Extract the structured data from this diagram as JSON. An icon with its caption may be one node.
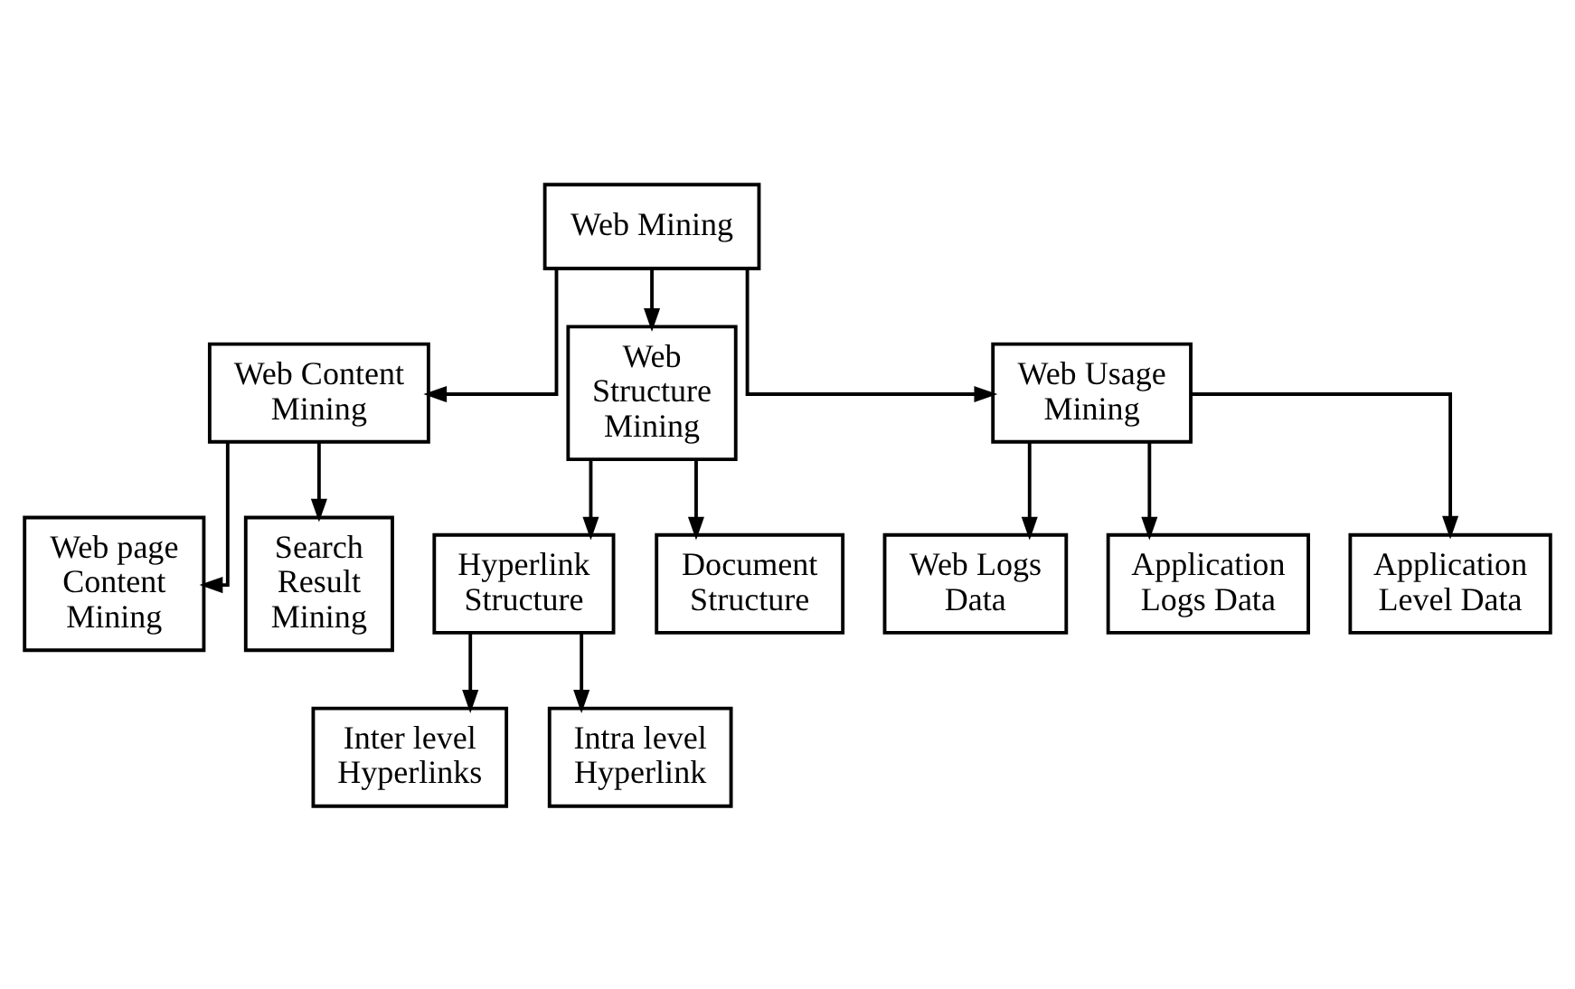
{
  "diagram": {
    "nodes": [
      {
        "text": [
          "Web Mining"
        ]
      },
      {
        "text": [
          "Web Content Mining"
        ]
      },
      {
        "text": [
          "Web Structure Mining"
        ]
      },
      {
        "text": [
          "Web Usage Mining"
        ]
      },
      {
        "text": [
          "Web page Content Mining"
        ]
      },
      {
        "text": [
          "Search Result Mining"
        ]
      },
      {
        "text": [
          "Web Logs Data"
        ]
      },
      {
        "text": [
          "Application Logs Data"
        ]
      },
      {
        "text": [
          "Application Level Data"
        ]
      },
      {
        "text": [
          "Hyperlink Structure"
        ]
      },
      {
        "text": [
          "Document Structure"
        ]
      },
      {
        "text": [
          "Inter level Hyperlinks"
        ]
      },
      {
        "text": [
          "Intra level Hyperlink"
        ]
      }
    ],
    "edges": [
      {
        "from": 0,
        "to": 1,
        "arrow": "to"
      },
      {
        "from": 0,
        "to": 2,
        "arrow": "to"
      },
      {
        "from": 0,
        "to": 3,
        "arrow": "to"
      },
      {
        "from": 1,
        "to": 4,
        "arrow": "to"
      },
      {
        "from": 1,
        "to": 5,
        "arrow": "to"
      },
      {
        "from": 3,
        "to": 6,
        "arrow": "to"
      },
      {
        "from": 3,
        "to": 7,
        "arrow": "to"
      },
      {
        "from": 3,
        "to": 8,
        "arrow": "to"
      },
      {
        "from": 2,
        "to": 9,
        "arrow": "to"
      },
      {
        "from": 2,
        "to": 10,
        "arrow": "to"
      },
      {
        "from": 9,
        "to": 11,
        "arrow": "to"
      },
      {
        "from": 9,
        "to": 12,
        "arrow": "to"
      }
    ]
  }
}
